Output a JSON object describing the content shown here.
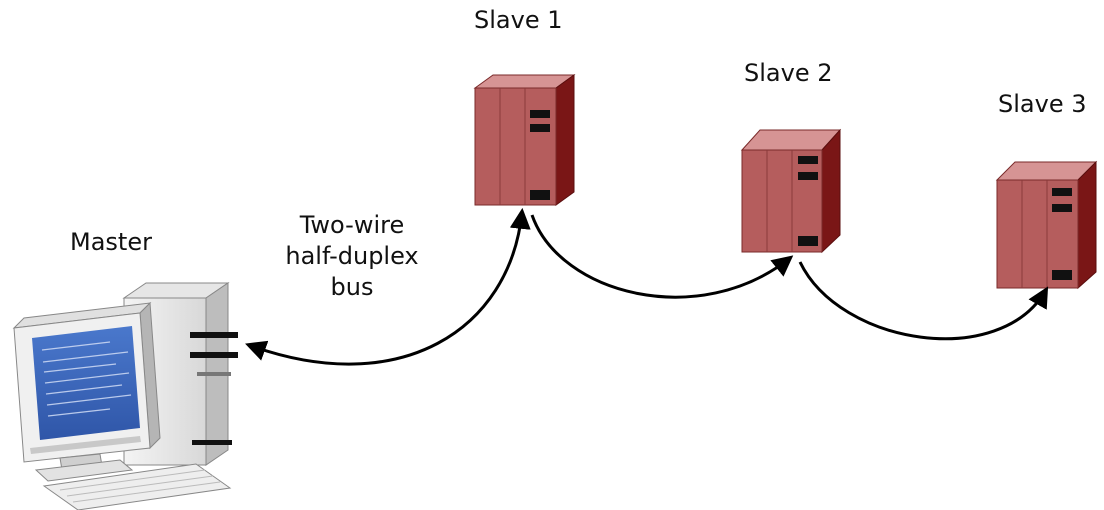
{
  "master": {
    "label": "Master"
  },
  "bus": {
    "label_lines": [
      "Two-wire",
      "half-duplex",
      "bus"
    ]
  },
  "slaves": [
    {
      "label": "Slave 1"
    },
    {
      "label": "Slave 2"
    },
    {
      "label": "Slave 3"
    }
  ],
  "colors": {
    "slave_front": "#b86060",
    "slave_top": "#d49090",
    "slave_side": "#7c1a1a",
    "screen": "#3a63b8",
    "cable": "#000000"
  }
}
